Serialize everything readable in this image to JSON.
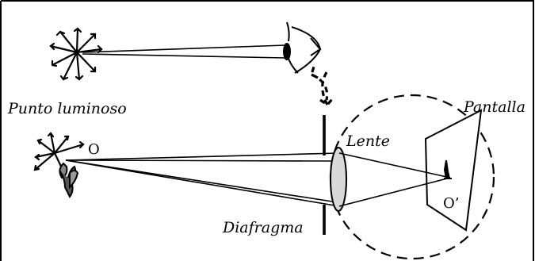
{
  "labels": {
    "punto_luminoso": "Punto luminoso",
    "pantalla": "Pantalla",
    "lente": "Lente",
    "diafragma": "Diafragma",
    "object_point": "O",
    "image_point": "O’"
  },
  "colors": {
    "ink": "#000000",
    "lens_fill": "#d9d9d9",
    "background": "#ffffff"
  }
}
